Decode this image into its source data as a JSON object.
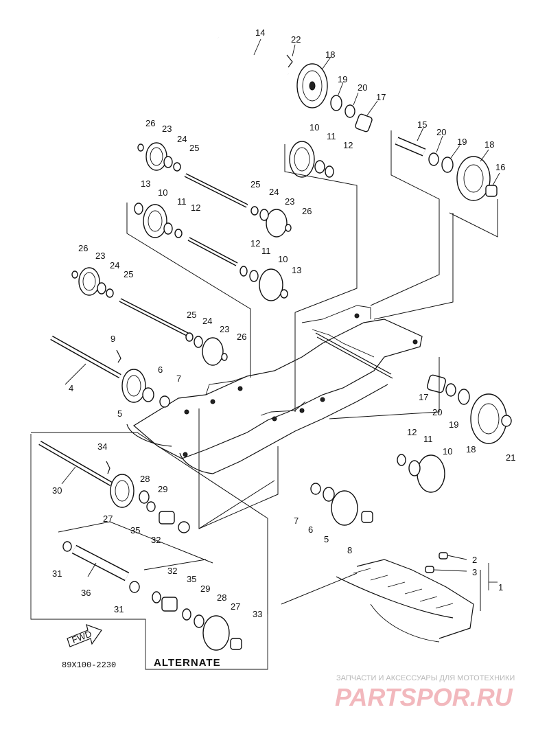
{
  "diagram": {
    "code": "89X100-2230",
    "alternate_label": "ALTERNATE",
    "fwd_label": "FWD",
    "callouts": [
      "1",
      "2",
      "3",
      "4",
      "5",
      "6",
      "7",
      "8",
      "9",
      "10",
      "11",
      "12",
      "13",
      "14",
      "15",
      "16",
      "17",
      "18",
      "19",
      "20",
      "21",
      "22",
      "23",
      "24",
      "25",
      "26",
      "27",
      "28",
      "29",
      "30",
      "31",
      "32",
      "33",
      "34",
      "35",
      "36"
    ]
  },
  "watermark": {
    "line1": "ЗАПЧАСТИ И АКСЕССУАРЫ ДЛЯ МОТОТЕХНИКИ",
    "line2": "PARTSPOR.RU"
  }
}
